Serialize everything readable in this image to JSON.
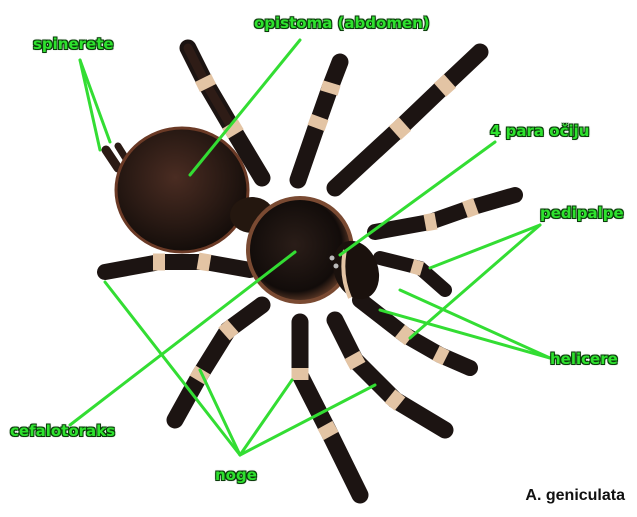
{
  "labels": {
    "spinerete": "spinerete",
    "opistoma": "opistoma (abdomen)",
    "oci": "4 para očiju",
    "pedipalpe": "pedipalpe",
    "helicere": "helicere",
    "cefalotoraks": "cefalotoraks",
    "noge": "noge"
  },
  "species": "A. geniculata",
  "colors": {
    "label_green": "#2ee22e",
    "line_green": "#33dd33",
    "body_dark": "#1c1412",
    "hair_brown": "#6b3a26",
    "band_cream": "#e3c4a4"
  }
}
